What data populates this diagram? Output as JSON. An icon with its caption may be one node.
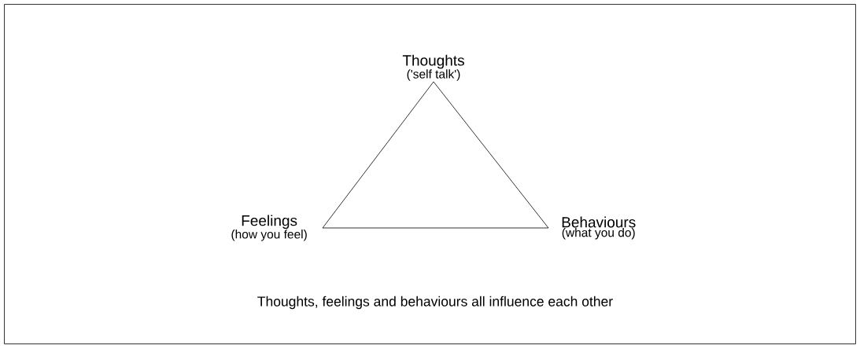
{
  "diagram": {
    "caption": "Thoughts, feelings and behaviours all influence each other",
    "nodes": [
      {
        "text": [
          "Thoughts",
          "('self talk')"
        ]
      },
      {
        "text": [
          "Feelings",
          "(how you feel)"
        ]
      },
      {
        "text": [
          "Behaviours",
          "(what you do)"
        ]
      }
    ],
    "edges": [
      {
        "from": 0,
        "to": 1,
        "arrow": "none"
      },
      {
        "from": 1,
        "to": 2,
        "arrow": "none"
      },
      {
        "from": 2,
        "to": 0,
        "arrow": "none"
      }
    ]
  }
}
